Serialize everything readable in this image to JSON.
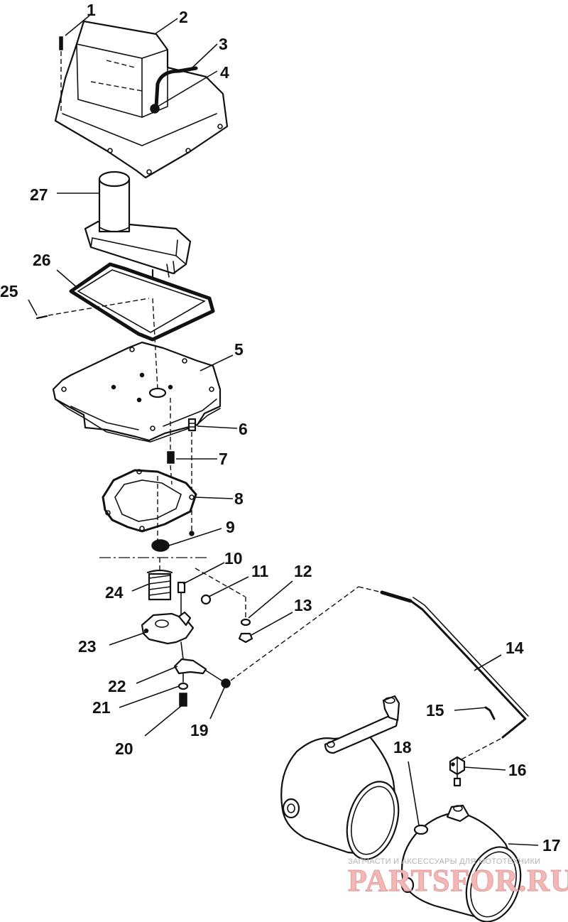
{
  "callouts": [
    "1",
    "2",
    "3",
    "4",
    "5",
    "6",
    "7",
    "8",
    "9",
    "10",
    "11",
    "12",
    "13",
    "14",
    "15",
    "16",
    "17",
    "18",
    "19",
    "20",
    "21",
    "22",
    "23",
    "24",
    "25",
    "26",
    "27"
  ],
  "watermark": {
    "caption": "ЗАПЧАСТИ И АКСЕССУАРЫ ДЛЯ МОТОТЕХНИКИ",
    "brand": "PARTSFOR.RU"
  }
}
